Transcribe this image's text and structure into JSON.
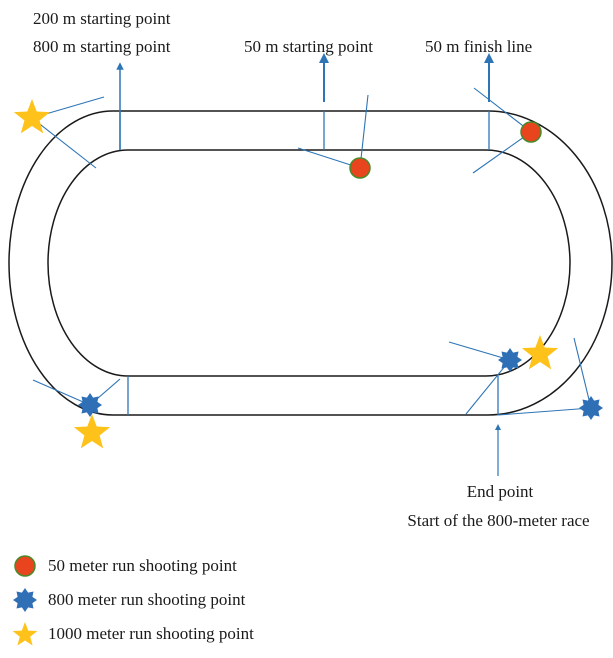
{
  "labels": {
    "start_200m": "200 m starting point",
    "start_800m": "800 m starting point",
    "start_50m": "50 m starting point",
    "finish_50m": "50 m finish line",
    "end_point": "End point",
    "start_800_race": "Start of the 800-meter race"
  },
  "legend": {
    "items": [
      {
        "label": "50 meter run shooting point",
        "marker": "circle",
        "color": "#e8441e",
        "stroke": "#4a8a2a"
      },
      {
        "label": "800 meter run shooting point",
        "marker": "star8",
        "color": "#2f6fb6"
      },
      {
        "label": "1000 meter run shooting point",
        "marker": "star5",
        "color": "#ffc21a"
      }
    ]
  },
  "colors": {
    "track": "#1a1a1a",
    "leader": "#2e75b6",
    "circle_fill": "#e8441e",
    "circle_stroke": "#4a8a2a",
    "star8": "#2f6fb6",
    "star5": "#ffc21a"
  }
}
